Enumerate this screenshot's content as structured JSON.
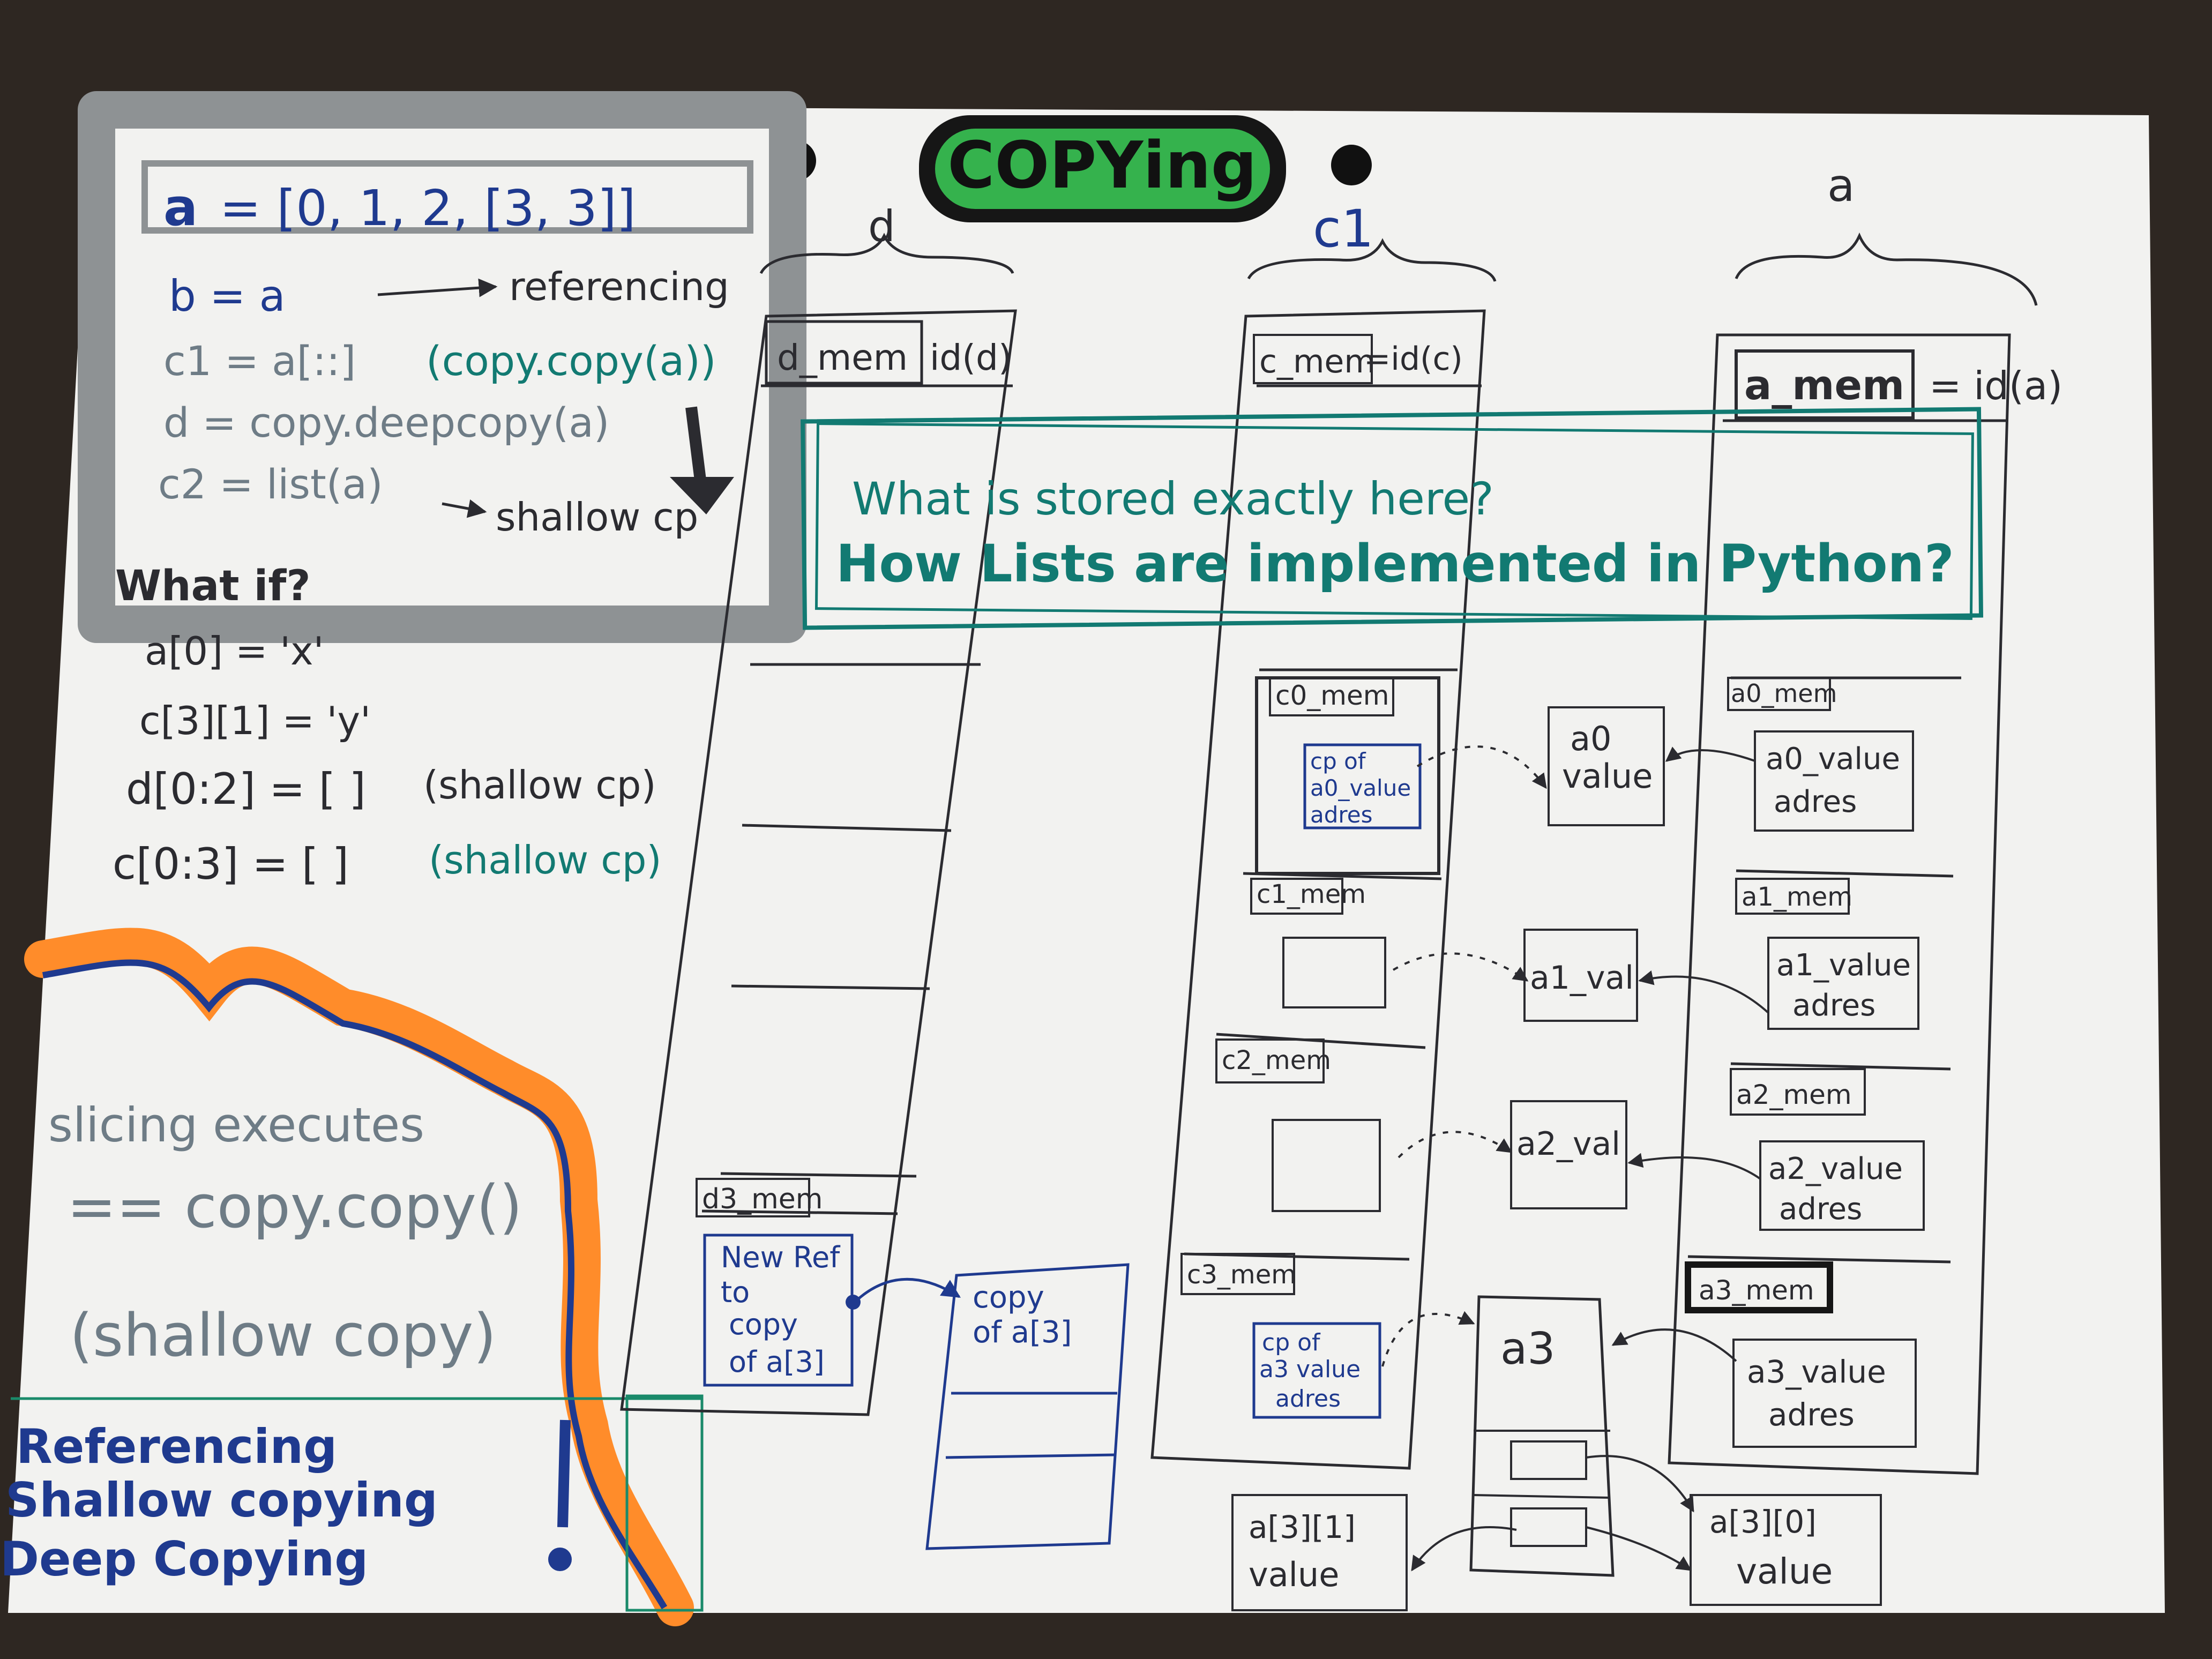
{
  "colors": {
    "paper": "#f2f2f0",
    "background": "#2e2722",
    "ink": "#2b2b30",
    "blue_ink": "#1f3a8f",
    "teal_ink": "#127a72",
    "highlight_green": "#35b24d",
    "highlight_gray": "#8e9294",
    "highlight_orange": "#ff8c2a"
  },
  "title": "COPYing",
  "code": {
    "line1_var": "a",
    "line1_rest": "= [0, 1, 2, [3, 3]]",
    "line2": "b = a",
    "line2_note": "referencing",
    "line3": "c1 = a[::]",
    "line3_note": "(copy.copy(a))",
    "line4": "d = copy.deepcopy(a)",
    "line5": "c2 = list(a)",
    "line5_note": "shallow cp"
  },
  "whatif": {
    "title": "What if?",
    "line1": "a[0] = 'x'",
    "line2": "c[3][1] = 'y'",
    "line3": "d[0:2] = [ ]",
    "line3_note": "(shallow cp)",
    "line4": "c[0:3] = [ ]",
    "line4_note": "(shallow cp)"
  },
  "slicing": {
    "line1": "slicing executes",
    "line2": "== copy.copy()",
    "line3": "(shallow copy)"
  },
  "terms": [
    "Referencing",
    "Shallow copying",
    "Deep Copying"
  ],
  "banner": {
    "line1": "What is stored exactly here?",
    "line2": "How Lists are implemented in Python?"
  },
  "columns": {
    "d": {
      "label": "d",
      "mem": "d_mem",
      "id": "id(d)",
      "slot3": "d3_mem",
      "new_ref": [
        "New Ref",
        "to",
        "copy",
        "of a[3]"
      ],
      "copy_box": [
        "copy",
        "of a[3]"
      ]
    },
    "c": {
      "label": "c1",
      "mem": "c_mem",
      "id": "=id(c)",
      "slots": [
        "c0_mem",
        "c1_mem",
        "c2_mem",
        "c3_mem"
      ],
      "cp0": [
        "cp of",
        "a0_value",
        "adres"
      ],
      "cp3": [
        "cp of",
        "a3 value",
        "adres"
      ]
    },
    "a": {
      "label": "a",
      "mem": "a_mem",
      "id": "= id(a)",
      "slots": [
        "a0_mem",
        "a1_mem",
        "a2_mem",
        "a3_mem"
      ],
      "adres": [
        [
          "a0_value",
          "adres"
        ],
        [
          "a1_value",
          "adres"
        ],
        [
          "a2_value",
          "adres"
        ],
        [
          "a3_value",
          "adres"
        ]
      ]
    }
  },
  "values": {
    "a0": [
      "a0",
      "value"
    ],
    "a1": "a1_val",
    "a2": "a2_val",
    "a3": "a3",
    "a31": [
      "a[3][1]",
      "value"
    ],
    "a30": [
      "a[3][0]",
      "value"
    ]
  }
}
